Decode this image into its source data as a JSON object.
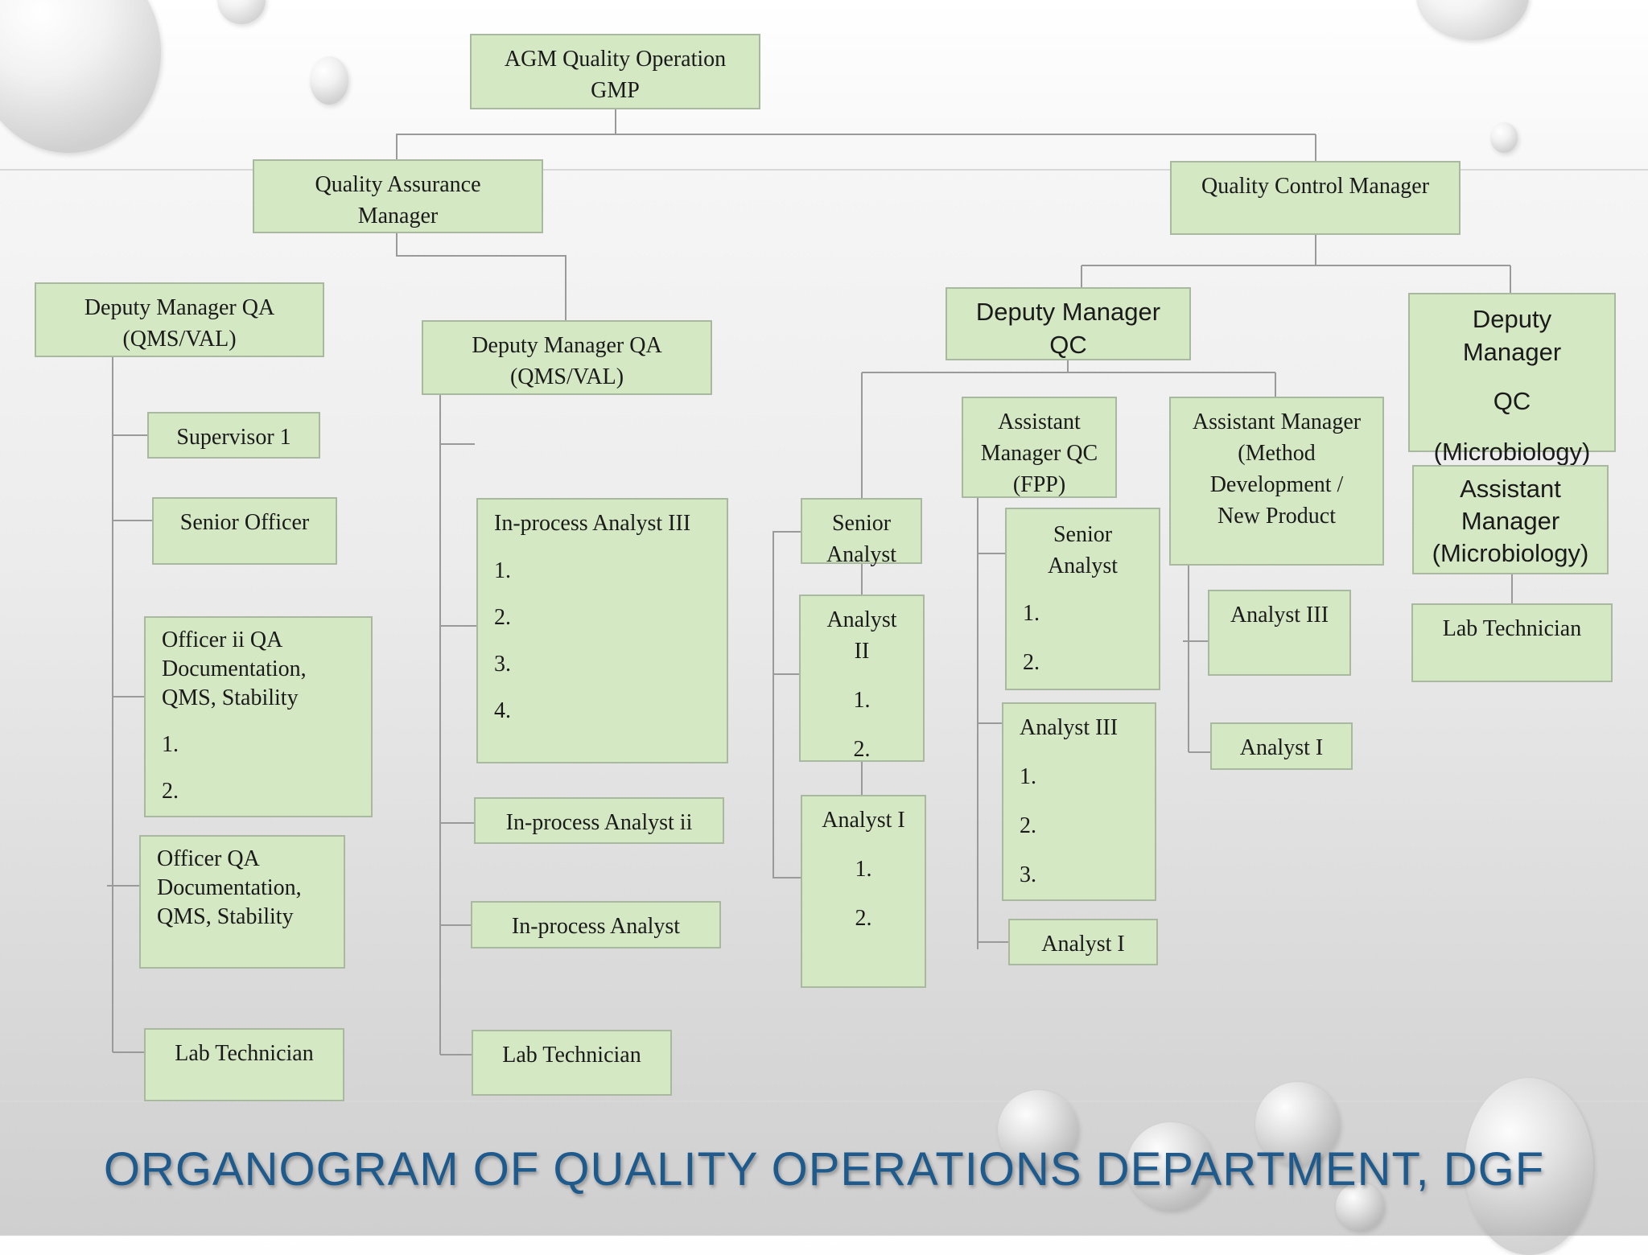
{
  "title": "ORGANOGRAM OF QUALITY OPERATIONS DEPARTMENT, DGF",
  "colors": {
    "box_fill": "#d5e8c4",
    "box_border": "#a9b9a0",
    "connector": "#9a9a9a",
    "title": "#1f5a8c"
  },
  "nodes": {
    "agm": {
      "line1": "AGM Quality Operation",
      "line2": "GMP"
    },
    "qam": {
      "line1": "Quality Assurance",
      "line2": "Manager"
    },
    "qcm": {
      "line1": "Quality Control Manager"
    },
    "dmqa1": {
      "line1": "Deputy Manager QA",
      "line2": "(QMS/VAL)"
    },
    "dmqa2": {
      "line1": "Deputy Manager QA",
      "line2": "(QMS/VAL)"
    },
    "dmqc": {
      "line1": "Deputy Manager",
      "line2": "QC"
    },
    "dmqcm": {
      "line1": "Deputy",
      "line2": "Manager",
      "line3": "QC",
      "line4": "(Microbiology)"
    },
    "supervisor": {
      "line1": "Supervisor 1"
    },
    "senior_officer": {
      "line1": "Senior Officer"
    },
    "officer_ii": {
      "line1": "Officer ii QA",
      "line2": "Documentation,",
      "line3": "QMS, Stability",
      "item1": "1.",
      "item2": "2."
    },
    "officer_qa": {
      "line1": "Officer QA",
      "line2": "Documentation,",
      "line3": "QMS, Stability"
    },
    "lab_tech_a": {
      "line1": "Lab Technician"
    },
    "ipa3": {
      "line1": "In-process Analyst III",
      "item1": "1.",
      "item2": "2.",
      "item3": "3.",
      "item4": "4."
    },
    "ipa2": {
      "line1": "In-process Analyst ii"
    },
    "ipa": {
      "line1": "In-process Analyst"
    },
    "lab_tech_b": {
      "line1": "Lab Technician"
    },
    "am_fpp": {
      "line1": "Assistant",
      "line2": "Manager QC",
      "line3": "(FPP)"
    },
    "am_mdnp": {
      "line1": "Assistant Manager",
      "line2": "(Method",
      "line3": "Development /",
      "line4": "New Product"
    },
    "senior_analyst_a": {
      "line1": "Senior",
      "line2": "Analyst"
    },
    "analyst2": {
      "line1": "Analyst",
      "line2": "II",
      "item1": "1.",
      "item2": "2."
    },
    "analyst1_a": {
      "line1": "Analyst I",
      "item1": "1.",
      "item2": "2."
    },
    "senior_analyst_b": {
      "line1": "Senior",
      "line2": "Analyst",
      "item1": "1.",
      "item2": "2."
    },
    "analyst3_b": {
      "line1": "Analyst III",
      "item1": "1.",
      "item2": "2.",
      "item3": "3."
    },
    "analyst1_b": {
      "line1": "Analyst I"
    },
    "analyst3_c": {
      "line1": "Analyst III"
    },
    "analyst1_c": {
      "line1": "Analyst I"
    },
    "am_micro": {
      "line1": "Assistant",
      "line2": "Manager",
      "line3": "(Microbiology)"
    },
    "lab_tech_c": {
      "line1": "Lab Technician"
    }
  }
}
